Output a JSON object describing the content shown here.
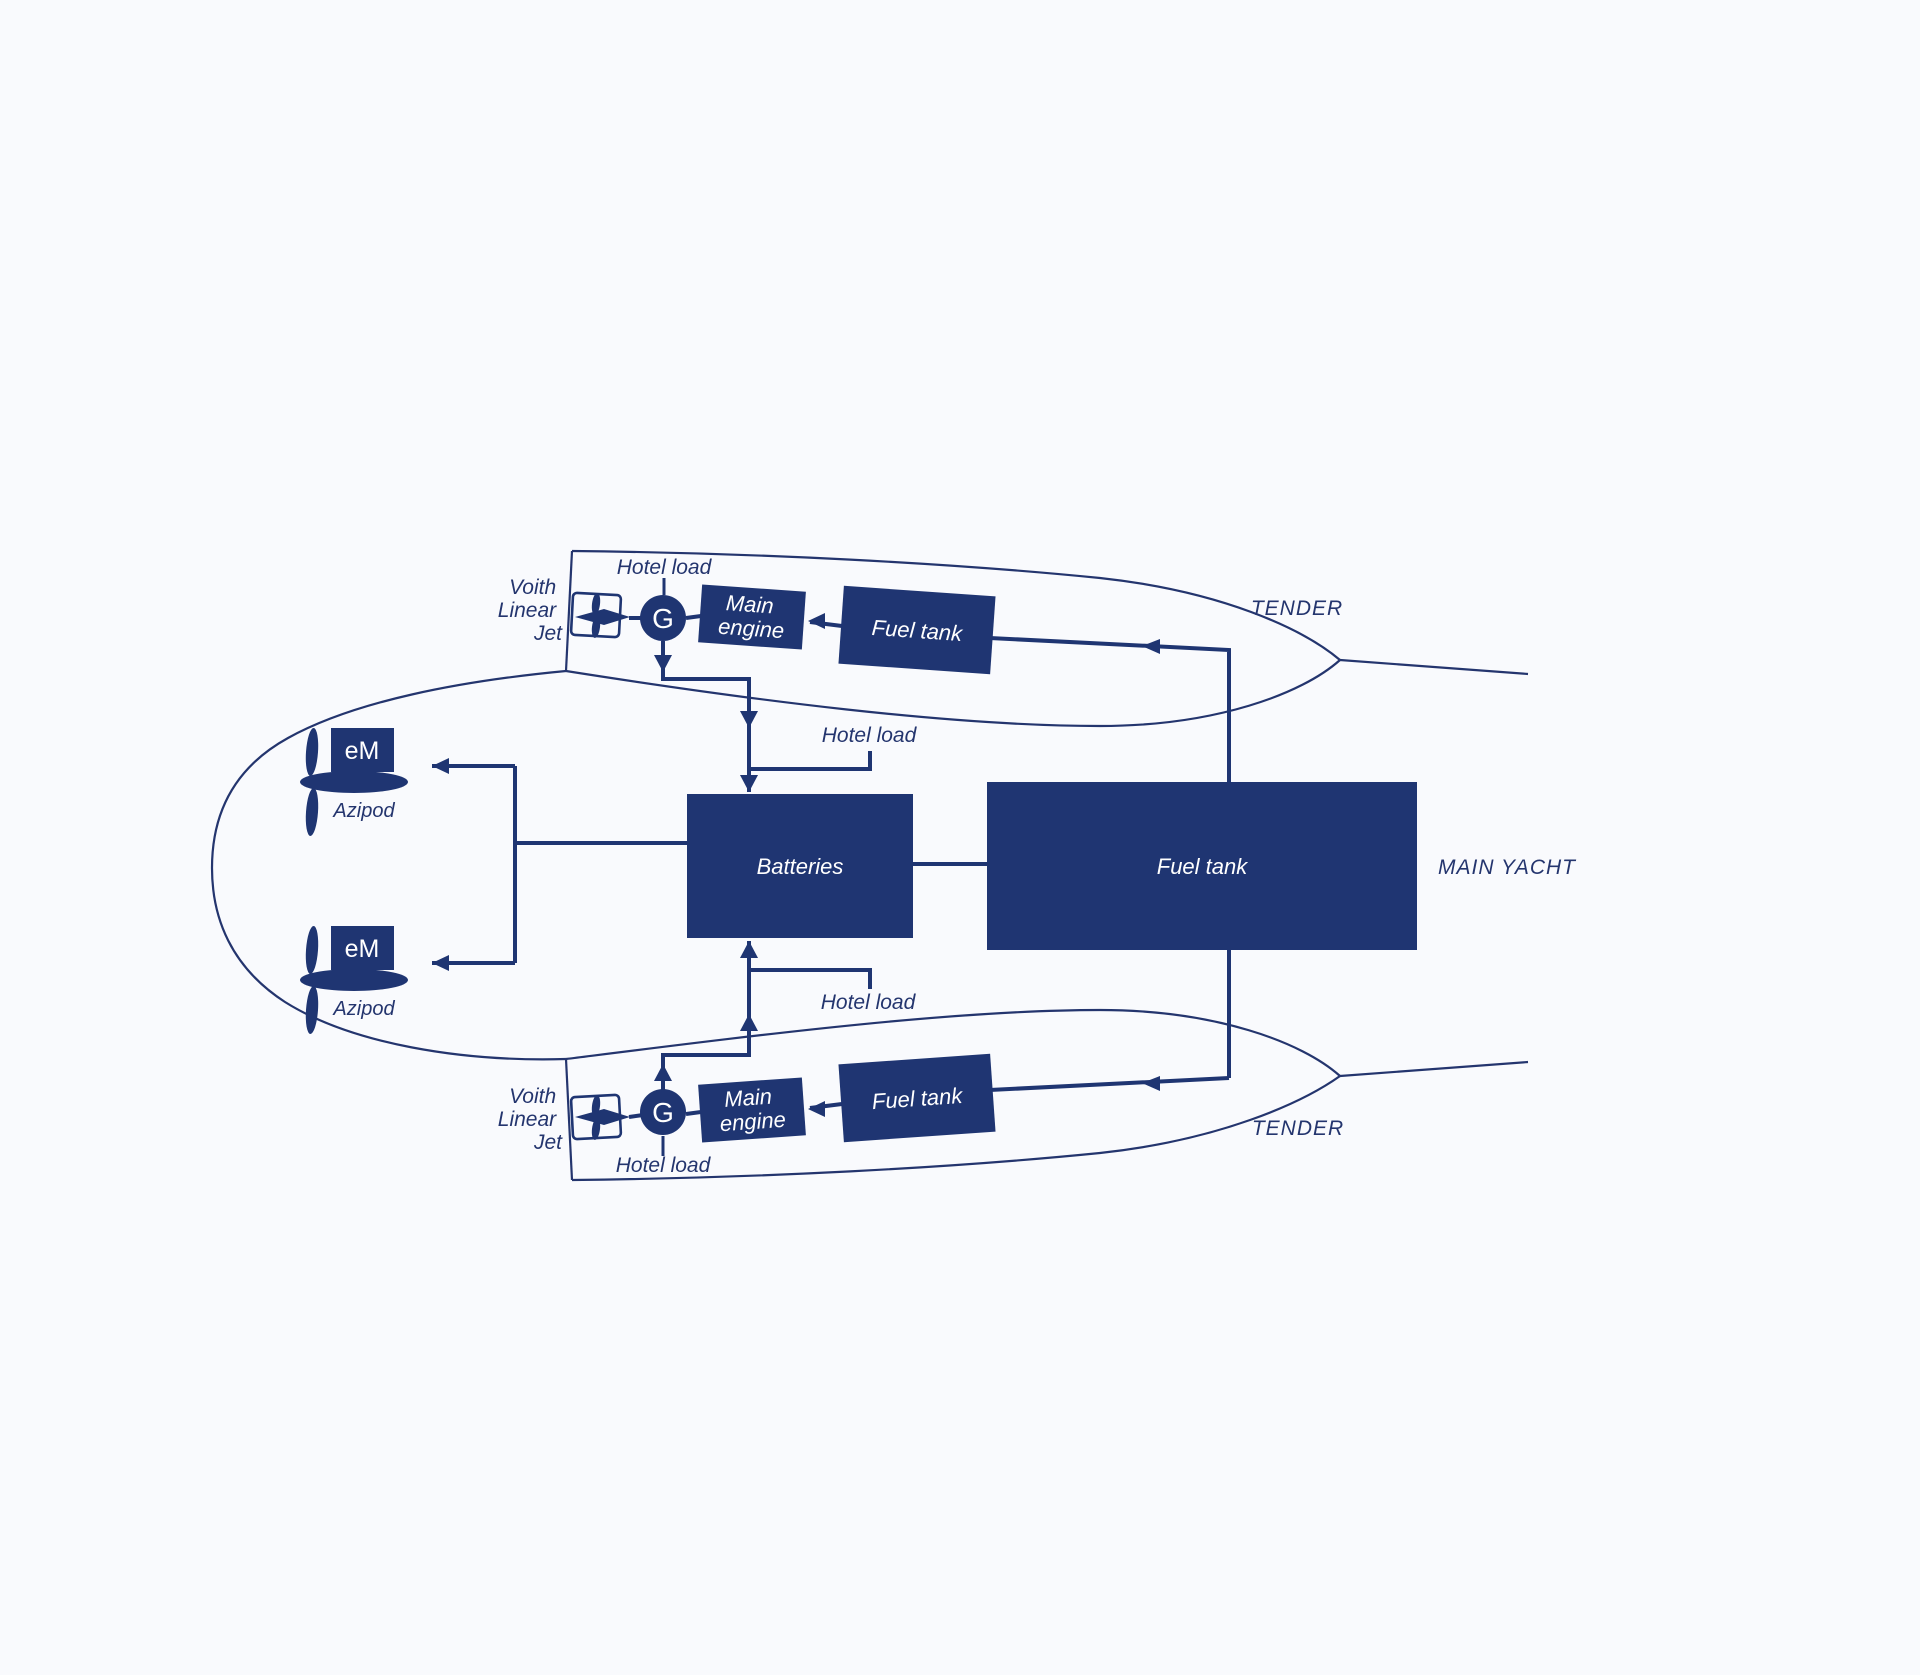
{
  "colors": {
    "ink": "#1f3572",
    "hull_line": "#24356e",
    "background": "#f9fafd",
    "box_fill": "#1f3572",
    "box_text": "#ffffff"
  },
  "top_tender": {
    "label": "TENDER",
    "hotel_load": "Hotel load",
    "jet_lines": [
      "Voith",
      "Linear",
      "Jet"
    ],
    "generator": "G",
    "engine_lines": [
      "Main",
      "engine"
    ],
    "fuel_tank": "Fuel tank"
  },
  "main_yacht": {
    "label": "MAIN YACHT",
    "batteries": "Batteries",
    "fuel_tank": "Fuel tank",
    "hotel_load_upper": "Hotel load",
    "hotel_load_lower": "Hotel load",
    "pod_upper": {
      "motor": "eM",
      "name": "Azipod"
    },
    "pod_lower": {
      "motor": "eM",
      "name": "Azipod"
    }
  },
  "bottom_tender": {
    "label": "TENDER",
    "hotel_load": "Hotel load",
    "jet_lines": [
      "Voith",
      "Linear",
      "Jet"
    ],
    "generator": "G",
    "engine_lines": [
      "Main",
      "engine"
    ],
    "fuel_tank": "Fuel tank"
  }
}
